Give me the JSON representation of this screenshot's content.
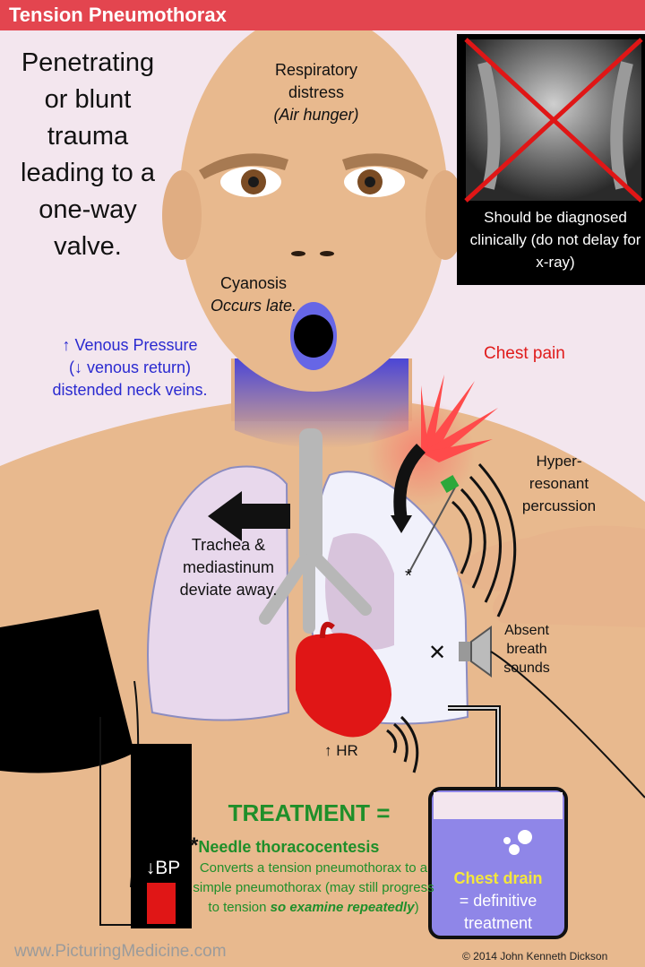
{
  "title": "Tension Pneumothorax",
  "intro": "Penetrating or blunt trauma leading to a one-way valve.",
  "respiratory": {
    "line1": "Respiratory distress",
    "line2": "(Air hunger)"
  },
  "cyanosis": {
    "line1": "Cyanosis",
    "line2": "Occurs late."
  },
  "venous": {
    "line1": "↑ Venous Pressure",
    "line2": "(↓ venous return)",
    "line3": "distended neck veins."
  },
  "chest_pain": "Chest pain",
  "percussion": "Hyper-resonant percussion",
  "trachea": "Trachea & mediastinum deviate away.",
  "breath": "Absent breath sounds",
  "hr": "↑ HR",
  "xray_note": "Should be diagnosed clinically (do not delay for x-ray)",
  "bp": "↓BP",
  "treatment": {
    "heading": "TREATMENT =",
    "asterisk": "*",
    "needle": "Needle thoracocentesis",
    "converts": "Converts a tension pneumothorax to a simple pneumothorax (may still progress to tension",
    "examine": "so examine repeatedly",
    "close": ")"
  },
  "drain": {
    "label": "Chest drain",
    "rest": "= definitive treatment"
  },
  "marker_star": "*",
  "marker_x": "✕",
  "website": "www.PicturingMedicine.com",
  "copyright": "© 2014 John Kenneth Dickson",
  "colors": {
    "banner": "#e3454f",
    "skin": "#e8b98e",
    "venous_blue": "#2a2ad0",
    "chest_pain_red": "#e01b1b",
    "treatment_green": "#1f8f2a",
    "drain_yellow": "#f4e73c",
    "heart_red": "#e01616"
  }
}
